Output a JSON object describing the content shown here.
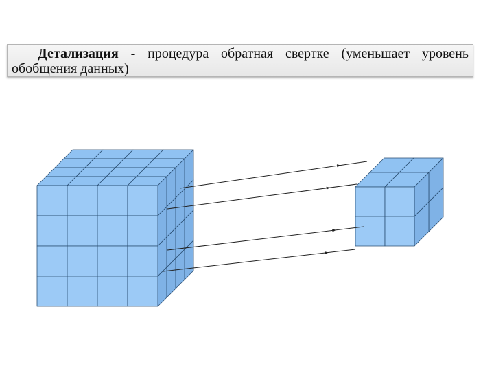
{
  "caption": {
    "term": "Детализация",
    "definition": " - процедура обратная свертке (уменьшает уровень обобщения данных)"
  },
  "diagram": {
    "large_cube": {
      "cells_per_edge": 4
    },
    "small_cube": {
      "cells_per_edge": 2
    },
    "colors": {
      "front": "#9ccaf6",
      "top": "#90c2f2",
      "side": "#7fb2e6",
      "edge": "#2b4f73",
      "connector": "#222222"
    }
  }
}
